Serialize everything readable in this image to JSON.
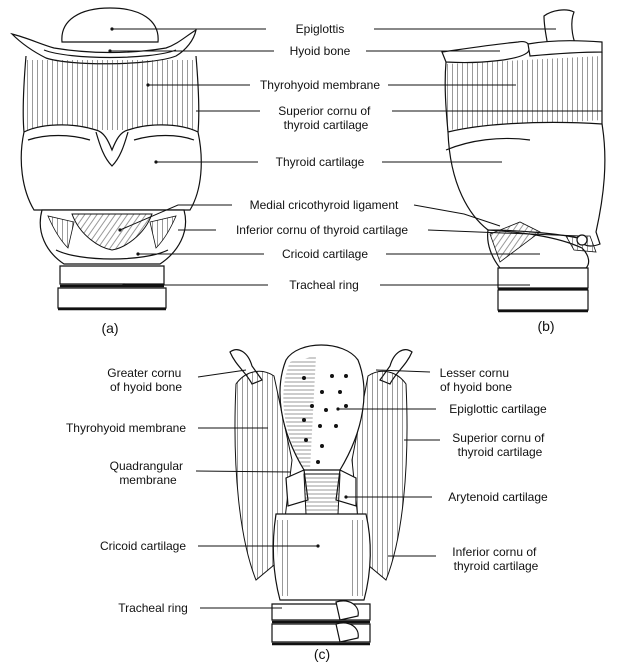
{
  "figure": {
    "panels": [
      {
        "id": "a",
        "caption": "(a)"
      },
      {
        "id": "b",
        "caption": "(b)"
      },
      {
        "id": "c",
        "caption": "(c)"
      }
    ],
    "top_labels": [
      {
        "id": "epiglottis",
        "lines": [
          "Epiglottis"
        ]
      },
      {
        "id": "hyoid-bone",
        "lines": [
          "Hyoid bone"
        ]
      },
      {
        "id": "thyrohyoid-membrane",
        "lines": [
          "Thyrohyoid membrane"
        ]
      },
      {
        "id": "superior-cornu-thyroid",
        "lines": [
          "Superior cornu of",
          "thyroid cartilage"
        ]
      },
      {
        "id": "thyroid-cartilage",
        "lines": [
          "Thyroid cartilage"
        ]
      },
      {
        "id": "medial-cricothyroid-ligament",
        "lines": [
          "Medial cricothyroid ligament"
        ]
      },
      {
        "id": "inferior-cornu-thyroid",
        "lines": [
          "Inferior cornu of thyroid cartilage"
        ]
      },
      {
        "id": "cricoid-cartilage",
        "lines": [
          "Cricoid cartilage"
        ]
      },
      {
        "id": "tracheal-ring",
        "lines": [
          "Tracheal ring"
        ]
      }
    ],
    "left_labels_c": [
      {
        "id": "greater-cornu-hyoid",
        "lines": [
          "Greater cornu",
          "of hyoid bone"
        ]
      },
      {
        "id": "thyrohyoid-membrane-c",
        "lines": [
          "Thyrohyoid membrane"
        ]
      },
      {
        "id": "quadrangular-membrane",
        "lines": [
          "Quadrangular",
          "membrane"
        ]
      },
      {
        "id": "cricoid-cartilage-c",
        "lines": [
          "Cricoid cartilage"
        ]
      },
      {
        "id": "tracheal-ring-c",
        "lines": [
          "Tracheal ring"
        ]
      }
    ],
    "right_labels_c": [
      {
        "id": "lesser-cornu-hyoid",
        "lines": [
          "Lesser cornu",
          "of hyoid bone"
        ]
      },
      {
        "id": "epiglottic-cartilage",
        "lines": [
          "Epiglottic cartilage"
        ]
      },
      {
        "id": "superior-cornu-thyroid-c",
        "lines": [
          "Superior cornu of",
          "thyroid cartilage"
        ]
      },
      {
        "id": "arytenoid-cartilage",
        "lines": [
          "Arytenoid cartilage"
        ]
      },
      {
        "id": "inferior-cornu-thyroid-c",
        "lines": [
          "Inferior cornu of",
          "thyroid cartilage"
        ]
      }
    ]
  }
}
